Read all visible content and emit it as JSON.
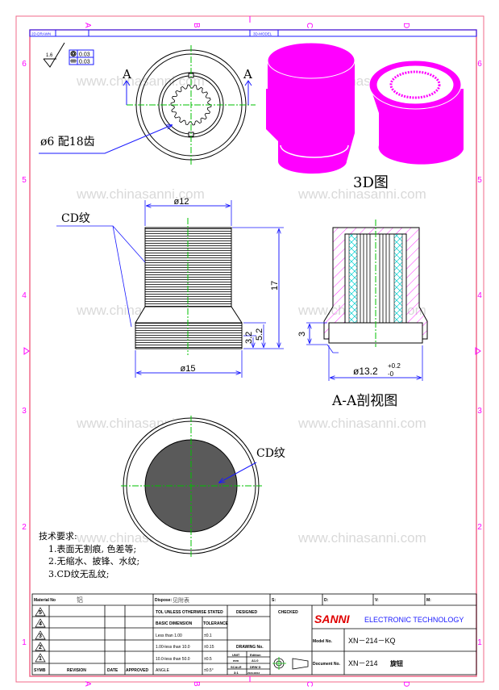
{
  "frame": {
    "zones_rows": [
      "6",
      "5",
      "4",
      "3",
      "2",
      "1"
    ],
    "zones_cols": [
      "D",
      "C",
      "B",
      "A"
    ],
    "top_strip": {
      "left": "2D-DRAWN",
      "right": "3D-MODEL"
    },
    "watermark": "www.chinasanni.com"
  },
  "surface": {
    "roughness": "1.6",
    "concentricity": "0.03",
    "symmetry": "0.03"
  },
  "top_view": {
    "section_mark": "A",
    "gear_note": "ø6 配18齿"
  },
  "iso_view": {
    "label": "3D图"
  },
  "front_view": {
    "cd_note": "CD纹",
    "dia_top": "ø12",
    "dia_bottom": "ø15",
    "height": "17",
    "h1": "5.2",
    "h2": "3.2"
  },
  "section_view": {
    "title": "A-A剖视图",
    "dia": "ø13.2",
    "tol_upper": "+0.2",
    "tol_lower": "-0",
    "height": "3"
  },
  "bottom_view": {
    "cd_note": "CD纹"
  },
  "notes": {
    "title": "技术要求:",
    "items": [
      "1.表面无割痕, 色差等;",
      "2.无缩水、披锋、水纹;",
      "3.CD纹无乱纹;"
    ]
  },
  "title_block": {
    "material_label": "Material No",
    "material_value": "铝",
    "dispose_label": "Dispose:",
    "dispose_value": "见附表",
    "s": "S:",
    "d": "D:",
    "v": "V:",
    "m": "M:",
    "rev_symbols": [
      "5",
      "4",
      "3",
      "2",
      "1"
    ],
    "headers": {
      "symb": "SYMB",
      "revision": "REVISION",
      "date": "DATE",
      "approved": "APPROVED"
    },
    "tol_title": "TOL UNLESS OTHERWISE STATED",
    "basic_dim": "BASIC DIMENSION",
    "tolerance": "TOLERANCE",
    "tol_rows": [
      {
        "range": "Less than 1.00",
        "tol": "±0.1"
      },
      {
        "range": "1.00-less than 10.0",
        "tol": "±0.15"
      },
      {
        "range": "10.0-less than 50.0",
        "tol": "±0.5"
      },
      {
        "range": "ANGLE",
        "tol": "±0.5°"
      }
    ],
    "designed": "DESIGNED",
    "checked": "CHECKED",
    "drawing_no": "DRAWING No.",
    "unit_label": "UNIT",
    "unit": "mm",
    "edition_label": "Edition",
    "edition": "A1.0",
    "scale_label": "SCALE",
    "scale": "3:1",
    "drw_label": "DRW D",
    "drw_date": "2023-08/13",
    "brand": "SANNI",
    "company": "ELECTRONIC TECHNOLOGY",
    "model_label": "Model No.",
    "model": "XN－214－KQ",
    "doc_label": "Document No.",
    "doc": "XN－214",
    "doc_name": "旋钮"
  },
  "colors": {
    "frame": "#f06a8a",
    "dim": "#1a1aff",
    "center": "#00c000",
    "magenta": "#ff00ff",
    "brand": "#e00000",
    "hatch2": "#00d0d0"
  }
}
